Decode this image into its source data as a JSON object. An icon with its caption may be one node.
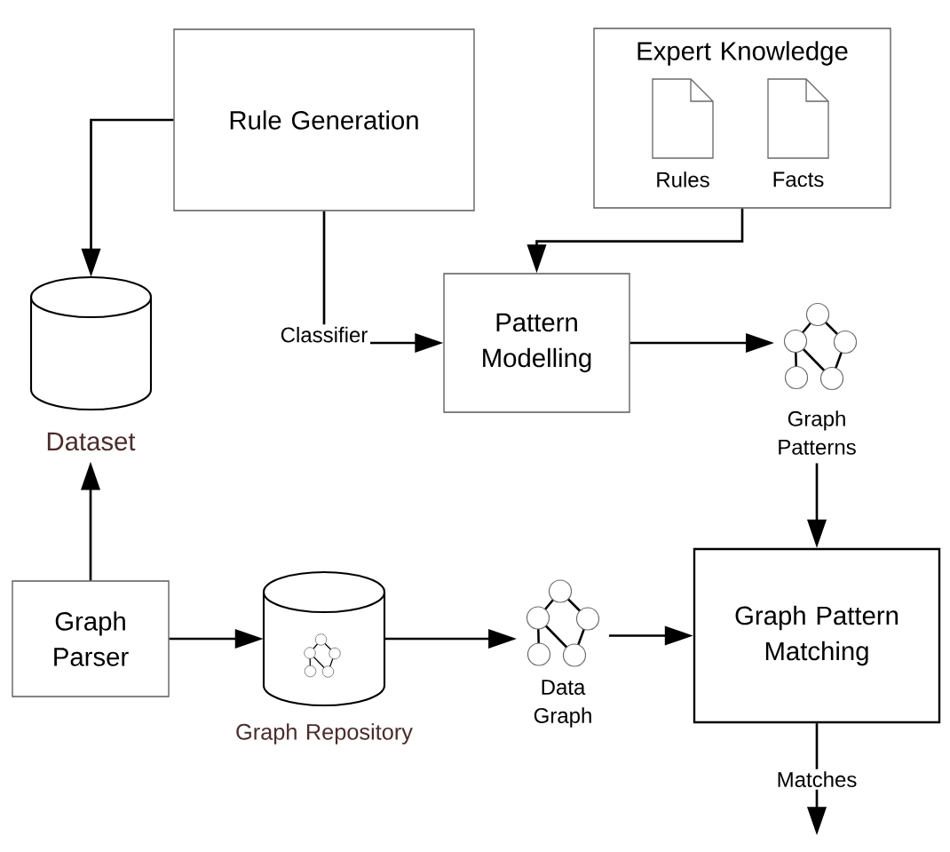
{
  "diagram": {
    "nodes": [
      {
        "text": [
          "Rule Generation"
        ]
      },
      {
        "text": [
          "Expert Knowledge"
        ]
      },
      {
        "text": [],
        "shape": "document",
        "beside": [
          "Rules"
        ],
        "in": 1
      },
      {
        "text": [],
        "shape": "document",
        "beside": [
          "Facts"
        ],
        "in": 1
      },
      {
        "text": [],
        "shape": "cylinder",
        "beside": [
          "Dataset"
        ]
      },
      {
        "text": [
          "Pattern Modelling"
        ]
      },
      {
        "text": [],
        "shape": "picture",
        "beside": [
          "Graph Patterns"
        ]
      },
      {
        "text": [
          "Graph Parser"
        ]
      },
      {
        "text": [],
        "shape": "cylinder",
        "beside": [
          "Graph Repository"
        ]
      },
      {
        "text": [],
        "shape": "picture",
        "beside": [
          "Data Graph"
        ]
      },
      {
        "text": [
          "Graph Pattern Matching"
        ]
      }
    ],
    "edges": [
      {
        "from": 0,
        "to": 4,
        "arrow": "to"
      },
      {
        "from": 0,
        "to": 5,
        "arrow": "to",
        "label": "Classifier"
      },
      {
        "from": 1,
        "to": 5,
        "arrow": "to"
      },
      {
        "from": 5,
        "to": 6,
        "arrow": "to"
      },
      {
        "from": 6,
        "to": 10,
        "arrow": "to"
      },
      {
        "from": 7,
        "to": 4,
        "arrow": "to"
      },
      {
        "from": 7,
        "to": 8,
        "arrow": "to"
      },
      {
        "from": 8,
        "to": 9,
        "arrow": "to"
      },
      {
        "from": 9,
        "to": 10,
        "arrow": "to"
      },
      {
        "from": 10,
        "to": null,
        "arrow": "to",
        "label": "Matches"
      }
    ]
  }
}
